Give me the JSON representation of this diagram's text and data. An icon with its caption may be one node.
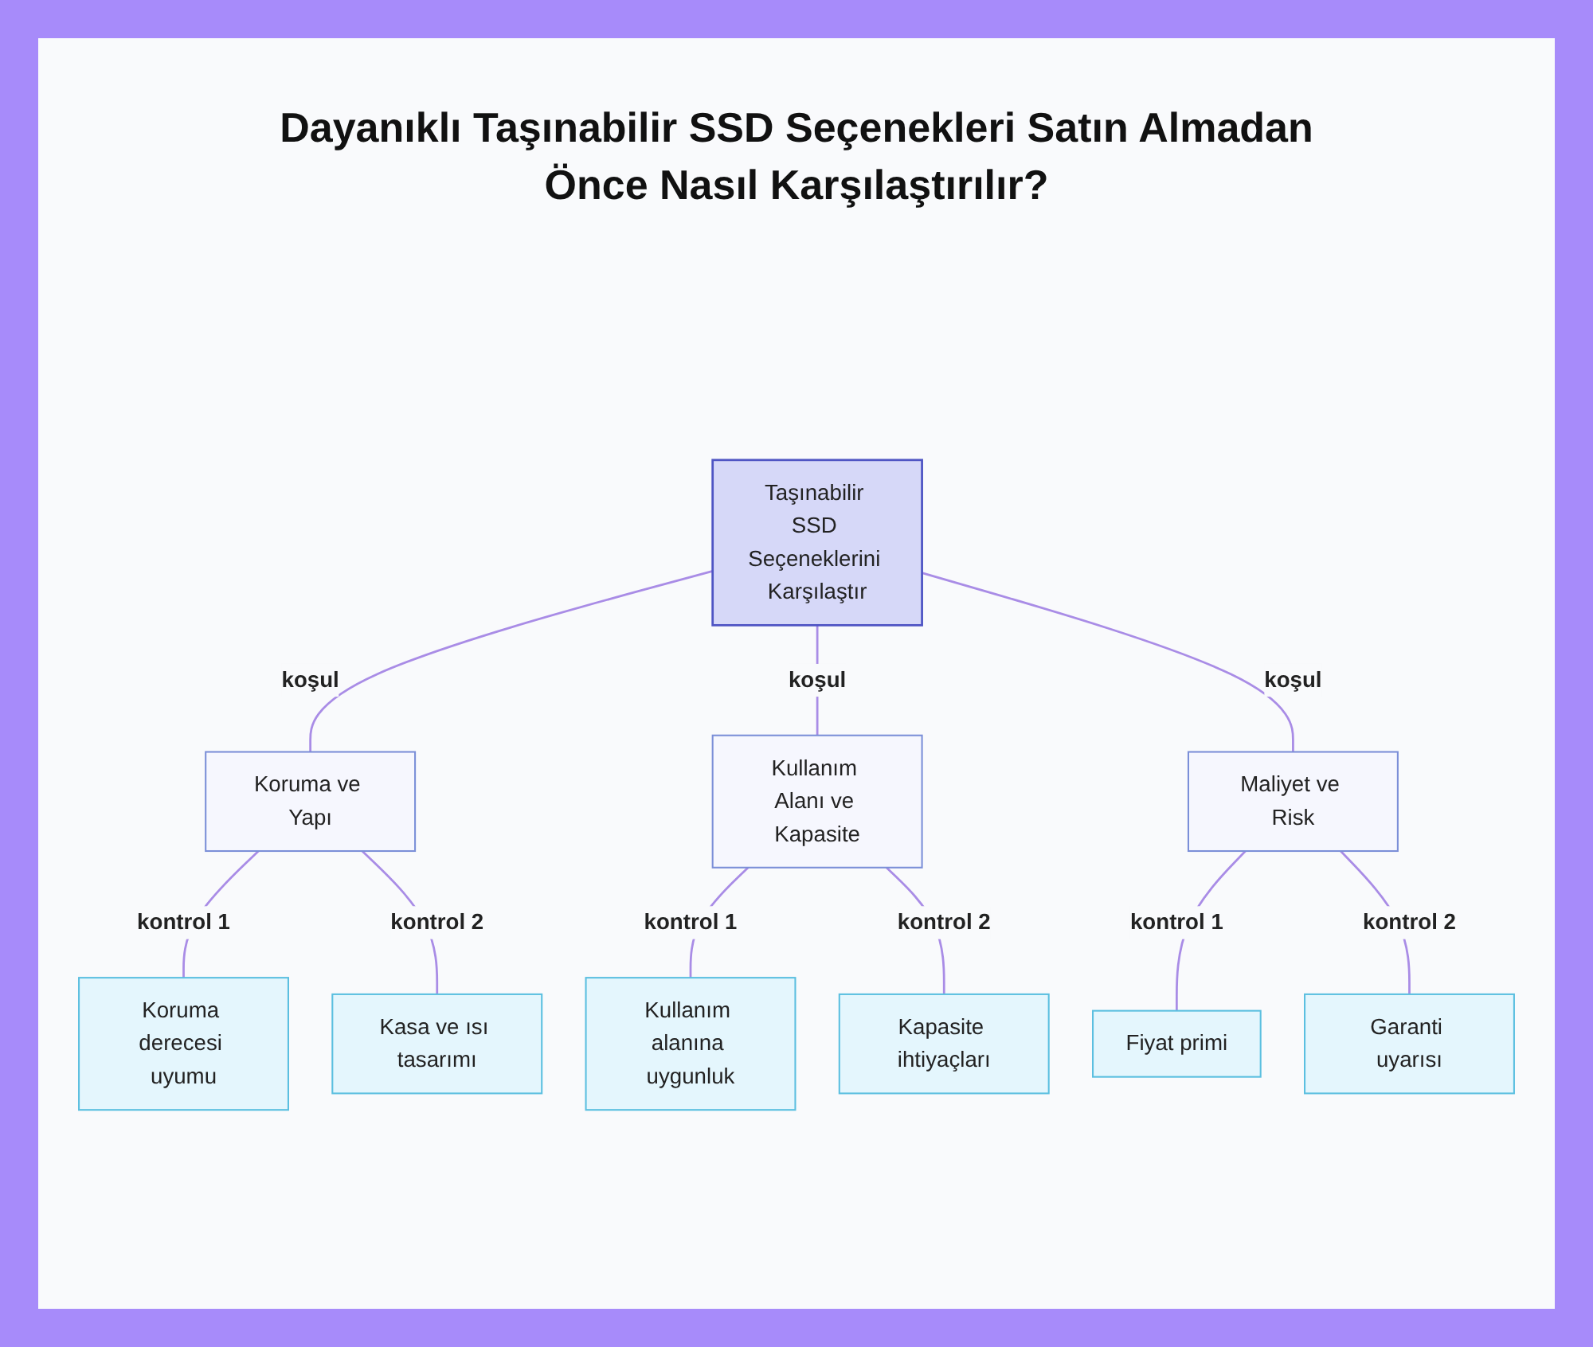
{
  "diagram": {
    "title": "Dayanıklı Taşınabilir SSD Seçenekleri Satın Almadan Önce Nasıl Karşılaştırılır?",
    "nodes": [
      {
        "text": [
          "Taşınabilir SSD Seçeneklerini Karşılaştır"
        ]
      },
      {
        "text": [
          "Koruma ve Yapı"
        ]
      },
      {
        "text": [
          "Kullanım Alanı ve Kapasite"
        ]
      },
      {
        "text": [
          "Maliyet ve Risk"
        ]
      },
      {
        "text": [
          "Koruma derecesi uyumu"
        ]
      },
      {
        "text": [
          "Kasa ve ısı tasarımı"
        ]
      },
      {
        "text": [
          "Kullanım alanına uygunluk"
        ]
      },
      {
        "text": [
          "Kapasite ihtiyaçları"
        ]
      },
      {
        "text": [
          "Fiyat primi"
        ]
      },
      {
        "text": [
          "Garanti uyarısı"
        ]
      }
    ],
    "edges": [
      {
        "from": 0,
        "to": 1,
        "arrow": "none",
        "label": "koşul"
      },
      {
        "from": 0,
        "to": 2,
        "arrow": "none",
        "label": "koşul"
      },
      {
        "from": 0,
        "to": 3,
        "arrow": "none",
        "label": "koşul"
      },
      {
        "from": 1,
        "to": 4,
        "arrow": "none",
        "label": "kontrol 1"
      },
      {
        "from": 1,
        "to": 5,
        "arrow": "none",
        "label": "kontrol 2"
      },
      {
        "from": 2,
        "to": 6,
        "arrow": "none",
        "label": "kontrol 1"
      },
      {
        "from": 2,
        "to": 7,
        "arrow": "none",
        "label": "kontrol 2"
      },
      {
        "from": 3,
        "to": 8,
        "arrow": "none",
        "label": "kontrol 1"
      },
      {
        "from": 3,
        "to": 9,
        "arrow": "none",
        "label": "kontrol 2"
      }
    ]
  }
}
